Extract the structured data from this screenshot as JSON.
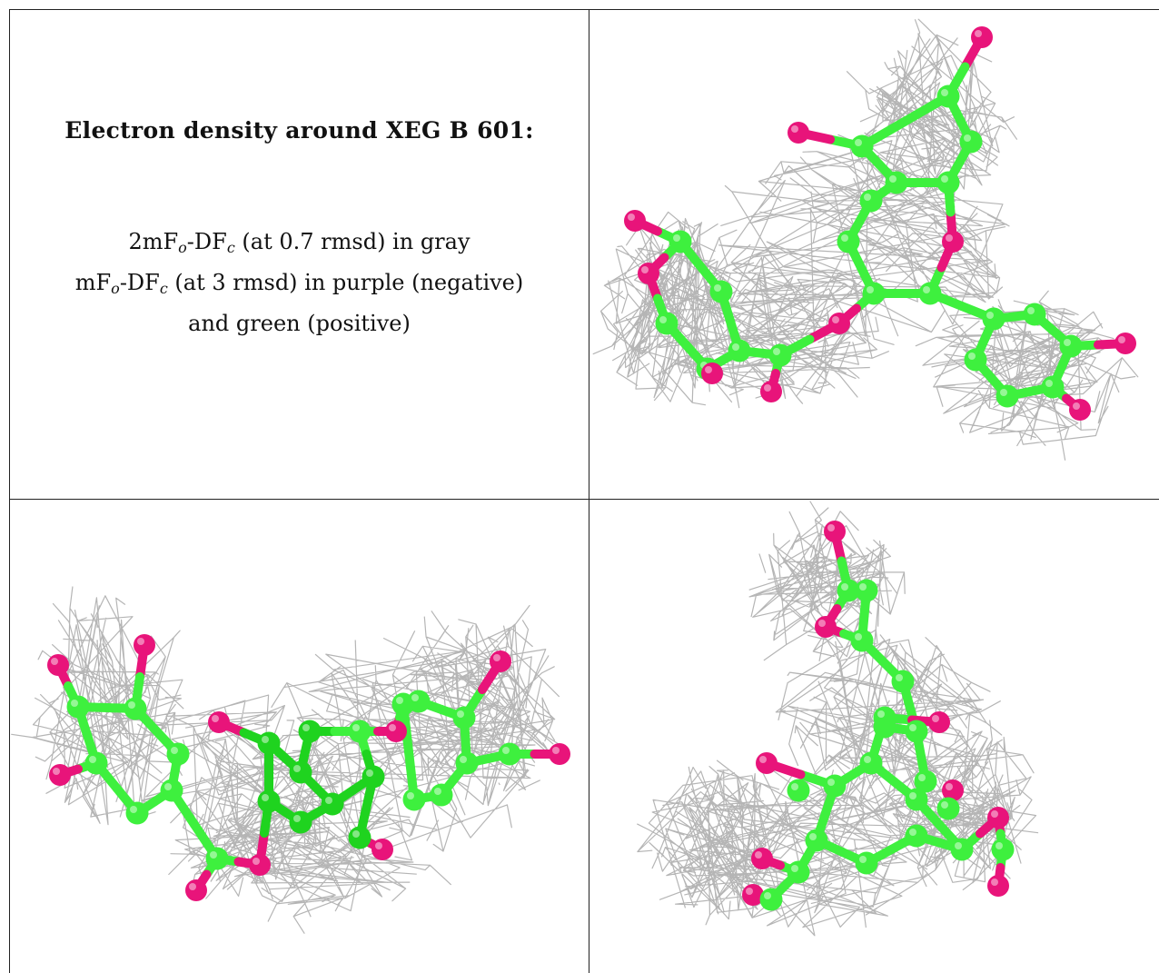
{
  "heading": "Electron density around XEG B 601:",
  "legend": {
    "line1": {
      "a": "2mF",
      "a_sub": "o",
      "b": "-DF",
      "b_sub": "c",
      "c": " (at 0.7 rmsd) in gray"
    },
    "line2": {
      "a": "mF",
      "a_sub": "o",
      "b": "-DF",
      "b_sub": "c",
      "c": " (at 3 rmsd) in purple (negative)"
    },
    "line3": "and green (positive)"
  },
  "colors": {
    "mesh": "#b5b5b5",
    "carbon": "#3ef03e",
    "carbon_dark": "#1fd31f",
    "oxygen": "#e8147a",
    "border": "#222222"
  },
  "panels": [
    "view-top-right",
    "view-bottom-left",
    "view-bottom-right"
  ]
}
